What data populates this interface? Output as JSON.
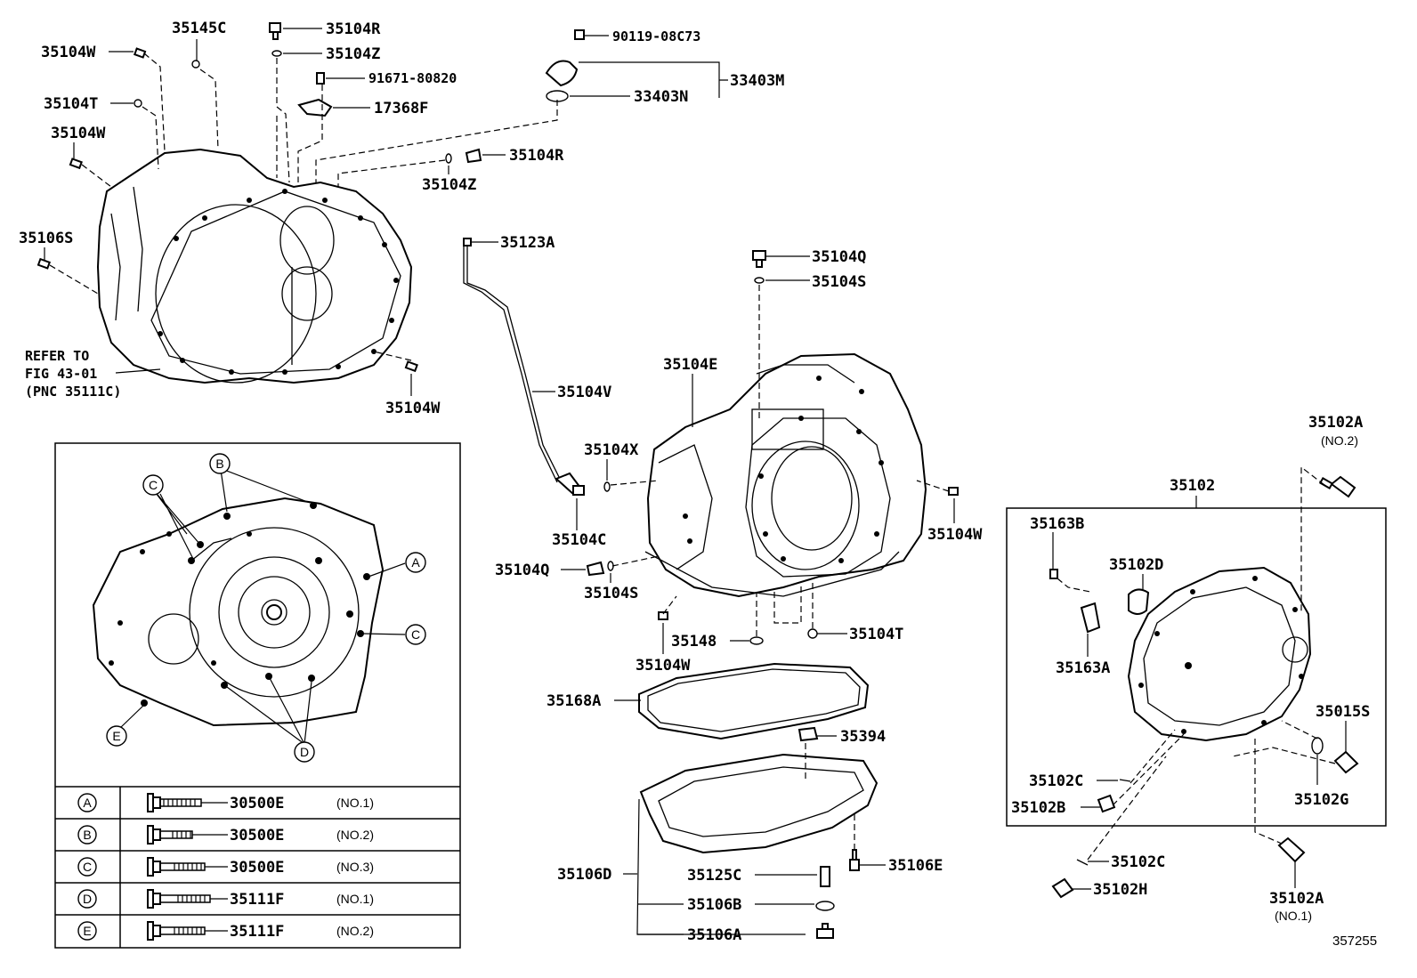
{
  "parts": {
    "p35104W_a": "35104W",
    "p35145C": "35145C",
    "p35104R_a": "35104R",
    "p35104Z_a": "35104Z",
    "p91671": "91671-80820",
    "p17368F": "17368F",
    "p90119": "90119-08C73",
    "p33403M": "33403M",
    "p33403N": "33403N",
    "p35104T_a": "35104T",
    "p35104W_b": "35104W",
    "p35104R_b": "35104R",
    "p35104Z_b": "35104Z",
    "p35106S": "35106S",
    "p35123A": "35123A",
    "p35104Q_a": "35104Q",
    "p35104S_a": "35104S",
    "p35104W_c": "35104W",
    "p35104E": "35104E",
    "p35104V": "35104V",
    "p35104X": "35104X",
    "p35104C": "35104C",
    "p35104Q_b": "35104Q",
    "p35104S_b": "35104S",
    "p35104W_d": "35104W",
    "p35148": "35148",
    "p35104T_b": "35104T",
    "p35104W_e": "35104W",
    "p35168A": "35168A",
    "p35394": "35394",
    "p35106D": "35106D",
    "p35125C": "35125C",
    "p35106E": "35106E",
    "p35106B": "35106B",
    "p35106A": "35106A",
    "p35102A_a": "35102A",
    "p35102": "35102",
    "p35163B": "35163B",
    "p35102D": "35102D",
    "p35163A": "35163A",
    "p35015S": "35015S",
    "p35102C_a": "35102C",
    "p35102G": "35102G",
    "p35102B": "35102B",
    "p35102C_b": "35102C",
    "p35102H": "35102H",
    "p35102A_b": "35102A"
  },
  "notes": {
    "refer_line1": "REFER TO",
    "refer_line2": "FIG 43-01",
    "refer_line3": "(PNC 35111C)",
    "no2": "(NO.2)",
    "no1": "(NO.1)",
    "figure_id": "357255"
  },
  "callouts": {
    "A": "A",
    "B": "B",
    "C": "C",
    "D": "D",
    "E": "E"
  },
  "bolt_table": [
    {
      "key": "A",
      "part": "30500E",
      "no": "(NO.1)"
    },
    {
      "key": "B",
      "part": "30500E",
      "no": "(NO.2)"
    },
    {
      "key": "C",
      "part": "30500E",
      "no": "(NO.3)"
    },
    {
      "key": "D",
      "part": "35111F",
      "no": "(NO.1)"
    },
    {
      "key": "E",
      "part": "35111F",
      "no": "(NO.2)"
    }
  ]
}
